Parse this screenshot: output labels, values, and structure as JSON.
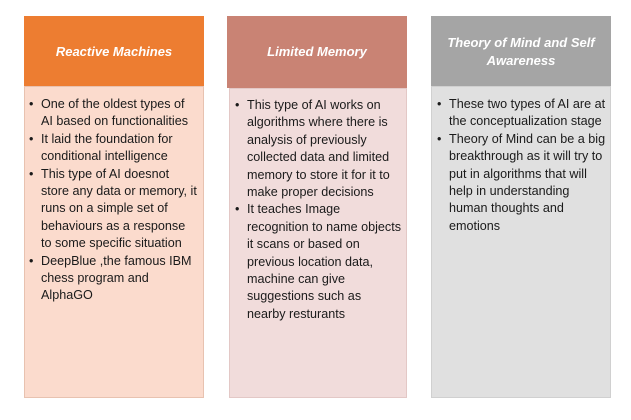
{
  "columns": [
    {
      "title": "Reactive Machines",
      "color": "#ed7d31",
      "bullets": [
        "One of the oldest types of AI based on functionalities",
        "It laid the foundation for conditional intelligence",
        "This type of AI doesnot store any data or memory, it runs on a simple set of behaviours as a response to some specific situation",
        "DeepBlue ,the famous IBM chess program and AlphaGO"
      ]
    },
    {
      "title": "Limited Memory",
      "color": "#c98374",
      "bullets": [
        "This type of AI works on algorithms where there is analysis of previously collected data and limited memory to store it for it to make proper decisions",
        "It teaches Image recognition to name objects it scans or based on previous location data, machine can give suggestions such as nearby resturants"
      ]
    },
    {
      "title": "Theory of Mind and Self Awareness",
      "color": "#a5a5a5",
      "bullets": [
        "These two types of AI are at the conceptualization stage",
        "Theory of Mind can be a big breakthrough as it will try to put in algorithms that will help in understanding human thoughts and emotions"
      ]
    }
  ]
}
